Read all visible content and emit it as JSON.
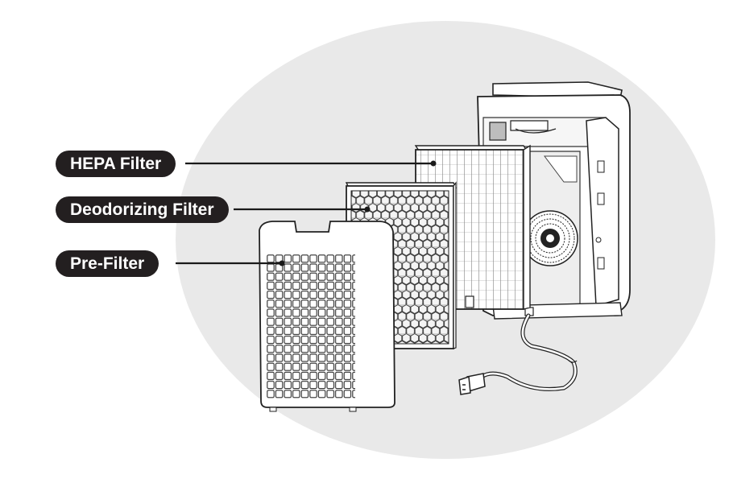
{
  "labels": {
    "hepa": "HEPA Filter",
    "deodorizing": "Deodorizing Filter",
    "prefilter": "Pre-Filter"
  },
  "colors": {
    "background_ellipse": "#e9e9e9",
    "pill": "#231f20",
    "pill_text": "#ffffff",
    "line": "#1a1a1a",
    "carbon_fill": "#c9c9c9"
  }
}
